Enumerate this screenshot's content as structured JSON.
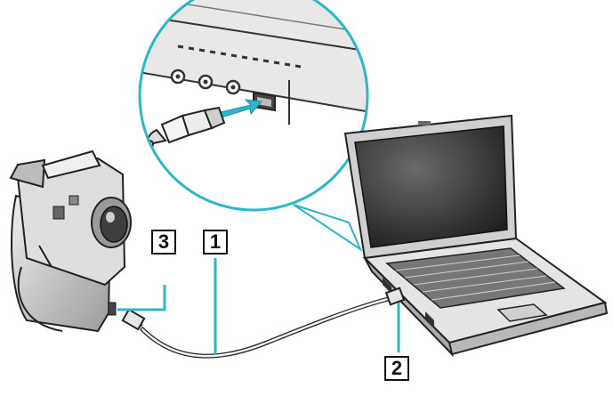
{
  "callouts": [
    {
      "id": "label-3",
      "text": "3"
    },
    {
      "id": "label-1",
      "text": "1"
    },
    {
      "id": "label-2",
      "text": "2"
    }
  ],
  "colors": {
    "accent_cyan": "#2bb7c9",
    "line": "#222222",
    "body_light": "#dcdcdc",
    "body_mid": "#9a9a9a",
    "screen_dark": "#3a3a3a"
  }
}
